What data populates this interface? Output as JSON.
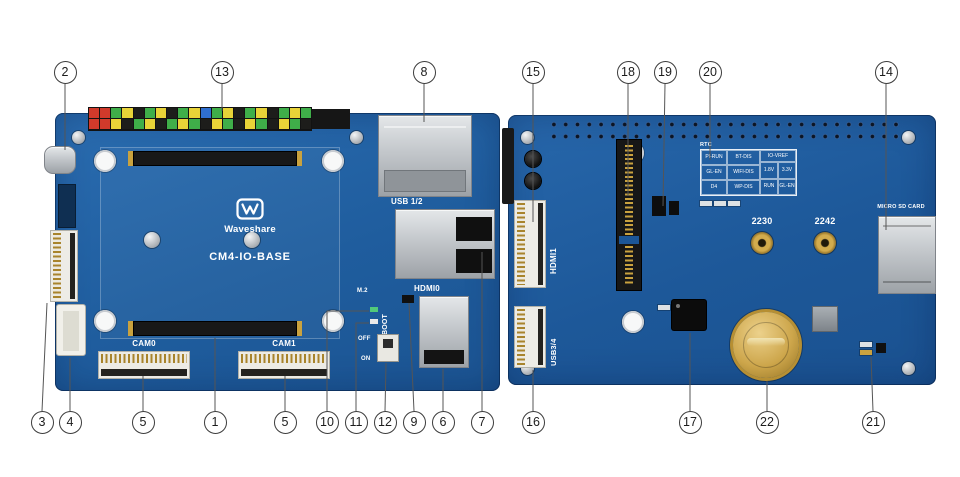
{
  "scene": {
    "background": "#ffffff",
    "pcb_blue": "#1f5d9e",
    "leader_line_color": "#555555",
    "silkscreen_color": "#ffffff",
    "callout_border": "#3c3c3c"
  },
  "callouts": [
    "2",
    "13",
    "8",
    "15",
    "18",
    "19",
    "20",
    "14",
    "3",
    "4",
    "5",
    "1",
    "5",
    "10",
    "11",
    "12",
    "9",
    "6",
    "7",
    "16",
    "17",
    "22",
    "21"
  ],
  "left_board": {
    "brand": "Waveshare",
    "model": "CM4-IO-BASE",
    "labels": {
      "usb12": "USB 1/2",
      "hdmi0": "HDMI0",
      "cam0": "CAM0",
      "cam1": "CAM1",
      "boot": "BOOT",
      "off": "OFF",
      "on": "ON",
      "m2": "M.2"
    },
    "gpio_row_top": [
      "#d03a2b",
      "#d03a2b",
      "#3fae49",
      "#e8d338",
      "#1d1d1b",
      "#3fae49",
      "#e8d338",
      "#1d1d1b",
      "#3fae49",
      "#e8d338",
      "#2f6fd0",
      "#3fae49",
      "#e8d338",
      "#1d1d1b",
      "#3fae49",
      "#e8d338",
      "#1d1d1b",
      "#3fae49",
      "#e8d338",
      "#3fae49"
    ],
    "gpio_row_bottom": [
      "#d03a2b",
      "#d03a2b",
      "#e8d338",
      "#1d1d1b",
      "#3fae49",
      "#e8d338",
      "#1d1d1b",
      "#3fae49",
      "#e8d338",
      "#3fae49",
      "#1d1d1b",
      "#e8d338",
      "#3fae49",
      "#1d1d1b",
      "#e8d338",
      "#3fae49",
      "#1d1d1b",
      "#e8d338",
      "#3fae49",
      "#1d1d1b"
    ]
  },
  "right_board": {
    "labels": {
      "hdmi1": "HDMI1",
      "usb34": "USB3/4",
      "micro_sd": "MICRO SD CARD",
      "standoff_2230": "2230",
      "standoff_2242": "2242",
      "rtc": "RTC"
    },
    "config_table": {
      "col1": [
        "PI-RUN",
        "GL-EN",
        "D4"
      ],
      "col2": [
        "BT-DIS",
        "WIFI-DIS",
        "WP-DIS"
      ],
      "io_vref": "IO-VREF",
      "vref_cells": [
        "1.8V",
        "3.3V",
        "RUN",
        "GL-EN"
      ]
    }
  }
}
